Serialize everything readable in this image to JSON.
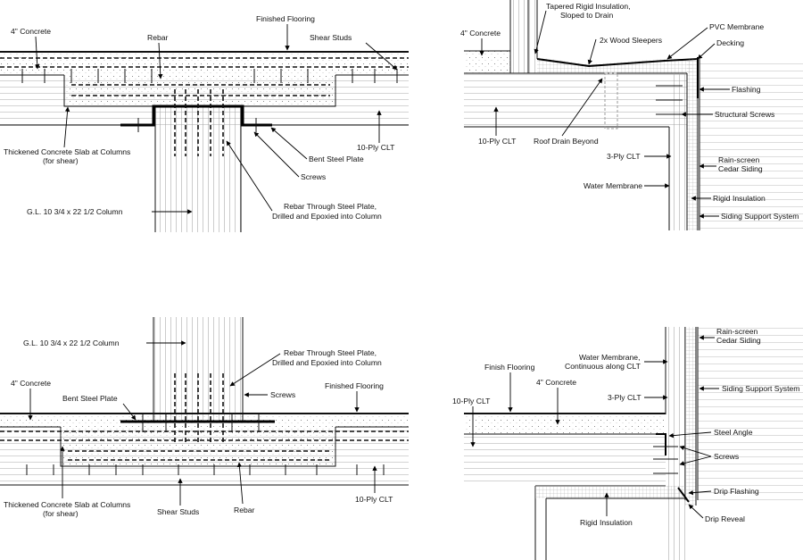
{
  "details": {
    "top_left": {
      "labels": {
        "concrete": "4\" Concrete",
        "rebar": "Rebar",
        "finished_flooring": "Finished Flooring",
        "shear_studs": "Shear Studs",
        "thickened_slab_1": "Thickened Concrete Slab at Columns",
        "thickened_slab_2": "(for shear)",
        "clt": "10-Ply CLT",
        "bent_plate": "Bent Steel Plate",
        "screws": "Screws",
        "rebar_through_1": "Rebar Through Steel Plate,",
        "rebar_through_2": "Drilled and Epoxied into Column",
        "column": "G.L. 10 3/4 x 22 1/2 Column"
      }
    },
    "top_right": {
      "labels": {
        "tapered_insulation_1": "Tapered Rigid Insulation,",
        "tapered_insulation_2": "Sloped to Drain",
        "pvc_membrane": "PVC Membrane",
        "concrete": "4\" Concrete",
        "wood_sleepers": "2x Wood Sleepers",
        "decking": "Decking",
        "flashing": "Flashing",
        "structural_screws": "Structural Screws",
        "roof_drain": "Roof Drain Beyond",
        "clt": "10-Ply CLT",
        "three_ply": "3-Ply CLT",
        "cedar_siding_1": "Rain-screen",
        "cedar_siding_2": "Cedar Siding",
        "water_membrane": "Water Membrane",
        "rigid_insulation": "Rigid Insulation",
        "siding_support": "Siding Support System"
      }
    },
    "bottom_left": {
      "labels": {
        "column": "G.L. 10 3/4 x 22 1/2 Column",
        "rebar_through_1": "Rebar Through Steel Plate,",
        "rebar_through_2": "Drilled and Epoxied into Column",
        "concrete": "4\" Concrete",
        "bent_plate": "Bent Steel Plate",
        "screws": "Screws",
        "finished_flooring": "Finished Flooring",
        "thickened_slab_1": "Thickened Concrete Slab at Columns",
        "thickened_slab_2": "(for shear)",
        "shear_studs": "Shear Studs",
        "rebar": "Rebar",
        "clt": "10-Ply CLT"
      }
    },
    "bottom_right": {
      "labels": {
        "cedar_siding_1": "Rain-screen",
        "cedar_siding_2": "Cedar Siding",
        "water_membrane_1": "Water Membrane,",
        "water_membrane_2": "Continuous along CLT",
        "finish_flooring": "Finish Flooring",
        "concrete": "4\" Concrete",
        "clt": "10-Ply CLT",
        "three_ply": "3-Ply CLT",
        "siding_support": "Siding Support System",
        "steel_angle": "Steel Angle",
        "screws": "Screws",
        "drip_flashing": "Drip Flashing",
        "rigid_insulation": "Rigid Insulation",
        "drip_reveal": "Drip Reveal"
      }
    }
  }
}
